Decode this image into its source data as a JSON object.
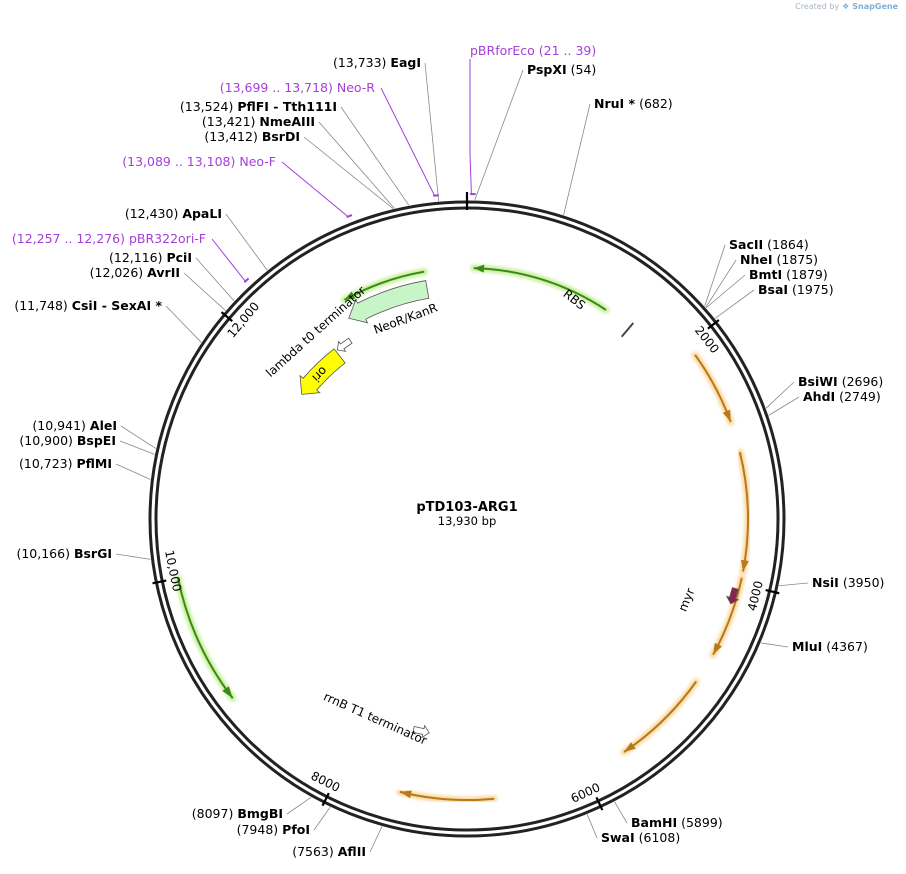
{
  "watermark": {
    "prefix": "Created by",
    "brand": "SnapGene"
  },
  "plasmid": {
    "name": "pTD103-ARG1",
    "length_label": "13,930 bp",
    "length": 13930
  },
  "ticks": [
    {
      "pos": 2000,
      "label": "2000"
    },
    {
      "pos": 4000,
      "label": "4000"
    },
    {
      "pos": 6000,
      "label": "6000"
    },
    {
      "pos": 8000,
      "label": "8000"
    },
    {
      "pos": 10000,
      "label": "10,000"
    },
    {
      "pos": 12000,
      "label": "12,000"
    }
  ],
  "sites": [
    {
      "name": "PspXI",
      "pos_text": "(54)",
      "pos": 54
    },
    {
      "name": "NruI *",
      "pos_text": "(682)",
      "pos": 682
    },
    {
      "name": "SacII",
      "pos_text": "(1864)",
      "pos": 1864
    },
    {
      "name": "NheI",
      "pos_text": "(1875)",
      "pos": 1875
    },
    {
      "name": "BmtI",
      "pos_text": "(1879)",
      "pos": 1879
    },
    {
      "name": "BsaI",
      "pos_text": "(1975)",
      "pos": 1975
    },
    {
      "name": "BsiWI",
      "pos_text": "(2696)",
      "pos": 2696
    },
    {
      "name": "AhdI",
      "pos_text": "(2749)",
      "pos": 2749
    },
    {
      "name": "NsiI",
      "pos_text": "(3950)",
      "pos": 3950
    },
    {
      "name": "MluI",
      "pos_text": "(4367)",
      "pos": 4367
    },
    {
      "name": "BamHI",
      "pos_text": "(5899)",
      "pos": 5899
    },
    {
      "name": "SwaI",
      "pos_text": "(6108)",
      "pos": 6108
    },
    {
      "name": "AflII",
      "pos_text": "(7563)",
      "pos": 7563
    },
    {
      "name": "PfoI",
      "pos_text": "(7948)",
      "pos": 7948
    },
    {
      "name": "BmgBI",
      "pos_text": "(8097)",
      "pos": 8097
    },
    {
      "name": "BsrGI",
      "pos_text": "(10,166)",
      "pos": 10166
    },
    {
      "name": "PflMI",
      "pos_text": "(10,723)",
      "pos": 10723
    },
    {
      "name": "BspEI",
      "pos_text": "(10,900)",
      "pos": 10900
    },
    {
      "name": "AleI",
      "pos_text": "(10,941)",
      "pos": 10941
    },
    {
      "name": "CsiI  -  SexAI *",
      "pos_text": "(11,748)",
      "pos": 11748
    },
    {
      "name": "AvrII",
      "pos_text": "(12,026)",
      "pos": 12026
    },
    {
      "name": "PciI",
      "pos_text": "(12,116)",
      "pos": 12116
    },
    {
      "name": "ApaLI",
      "pos_text": "(12,430)",
      "pos": 12430
    },
    {
      "name": "BsrDI",
      "pos_text": "(13,412)",
      "pos": 13412
    },
    {
      "name": "NmeAIII",
      "pos_text": "(13,421)",
      "pos": 13421
    },
    {
      "name": "PflFI  -  Tth111I",
      "pos_text": "(13,524)",
      "pos": 13524
    },
    {
      "name": "EagI",
      "pos_text": "(13,733)",
      "pos": 13733
    }
  ],
  "primers": [
    {
      "name": "pBRforEco",
      "range_text": "(21 .. 39)",
      "start": 21,
      "end": 39
    },
    {
      "name": "Neo-R",
      "range_text": "(13,699 .. 13,718)",
      "start": 13699,
      "end": 13718
    },
    {
      "name": "Neo-F",
      "range_text": "(13,089 .. 13,108)",
      "start": 13089,
      "end": 13108
    },
    {
      "name": "pBR322ori-F",
      "range_text": "(12,257 .. 12,276)",
      "start": 12257,
      "end": 12276
    }
  ],
  "features": [
    {
      "label": "NeoR/KanR",
      "color": "#c8f5c8",
      "start": 12750,
      "end": 13550,
      "direction": "reverse",
      "style": "arrow"
    },
    {
      "label": "ori",
      "color": "#ffff00",
      "start": 11880,
      "end": 12460,
      "direction": "reverse",
      "style": "arrow"
    },
    {
      "label": "lambda t0 terminator",
      "color": "#ffffff",
      "start": 12525,
      "end": 12620,
      "direction": "reverse",
      "style": "small"
    },
    {
      "label": "RBS",
      "color": "#ffffff",
      "start": 1550,
      "end": 1570,
      "direction": "forward",
      "style": "tick"
    },
    {
      "label": "myr",
      "color": "#8b2252",
      "start": 4050,
      "end": 4150,
      "direction": "forward",
      "style": "small"
    },
    {
      "label": "rrnB T1 terminator",
      "color": "#ffffff",
      "start": 7400,
      "end": 7490,
      "direction": "reverse",
      "style": "small"
    }
  ],
  "orfs": [
    {
      "start": 13550,
      "end": 12800,
      "color": "#3a8a1a",
      "glow": "#c6ef9a"
    },
    {
      "start": 1300,
      "end": 60,
      "color": "#3a8a1a",
      "glow": "#c6ef9a"
    },
    {
      "start": 10000,
      "end": 9000,
      "color": "#3a8a1a",
      "glow": "#c6ef9a"
    },
    {
      "start": 2100,
      "end": 2700,
      "color": "#b8791a",
      "glow": "#fbd9a0"
    },
    {
      "start": 2950,
      "end": 3900,
      "color": "#b8791a",
      "glow": "#fbd9a0"
    },
    {
      "start": 3950,
      "end": 4600,
      "color": "#b8791a",
      "glow": "#fbd9a0"
    },
    {
      "start": 4850,
      "end": 5650,
      "color": "#b8791a",
      "glow": "#fbd9a0"
    },
    {
      "start": 6750,
      "end": 7500,
      "color": "#b8791a",
      "glow": "#fbd9a0"
    }
  ]
}
